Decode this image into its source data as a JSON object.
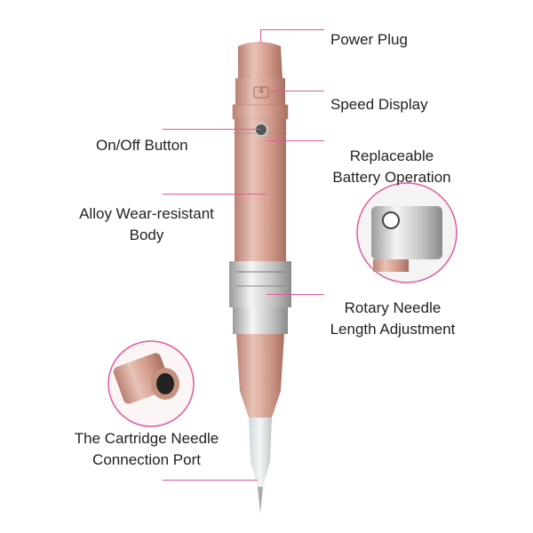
{
  "labels": {
    "power_plug": "Power Plug",
    "speed_display": "Speed Display",
    "on_off": "On/Off Button",
    "battery_line1": "Replaceable",
    "battery_line2": "Battery Operation",
    "body_line1": "Alloy Wear-resistant",
    "body_line2": "Body",
    "rotary_line1": "Rotary Needle",
    "rotary_line2": "Length Adjustment",
    "cartridge_line1": "The Cartridge Needle",
    "cartridge_line2": "Connection Port"
  },
  "pen": {
    "speed_value": "4"
  },
  "colors": {
    "accent": "#e05a9a",
    "rose_gold": "#d4a293",
    "silver": "#d9d9d9"
  }
}
